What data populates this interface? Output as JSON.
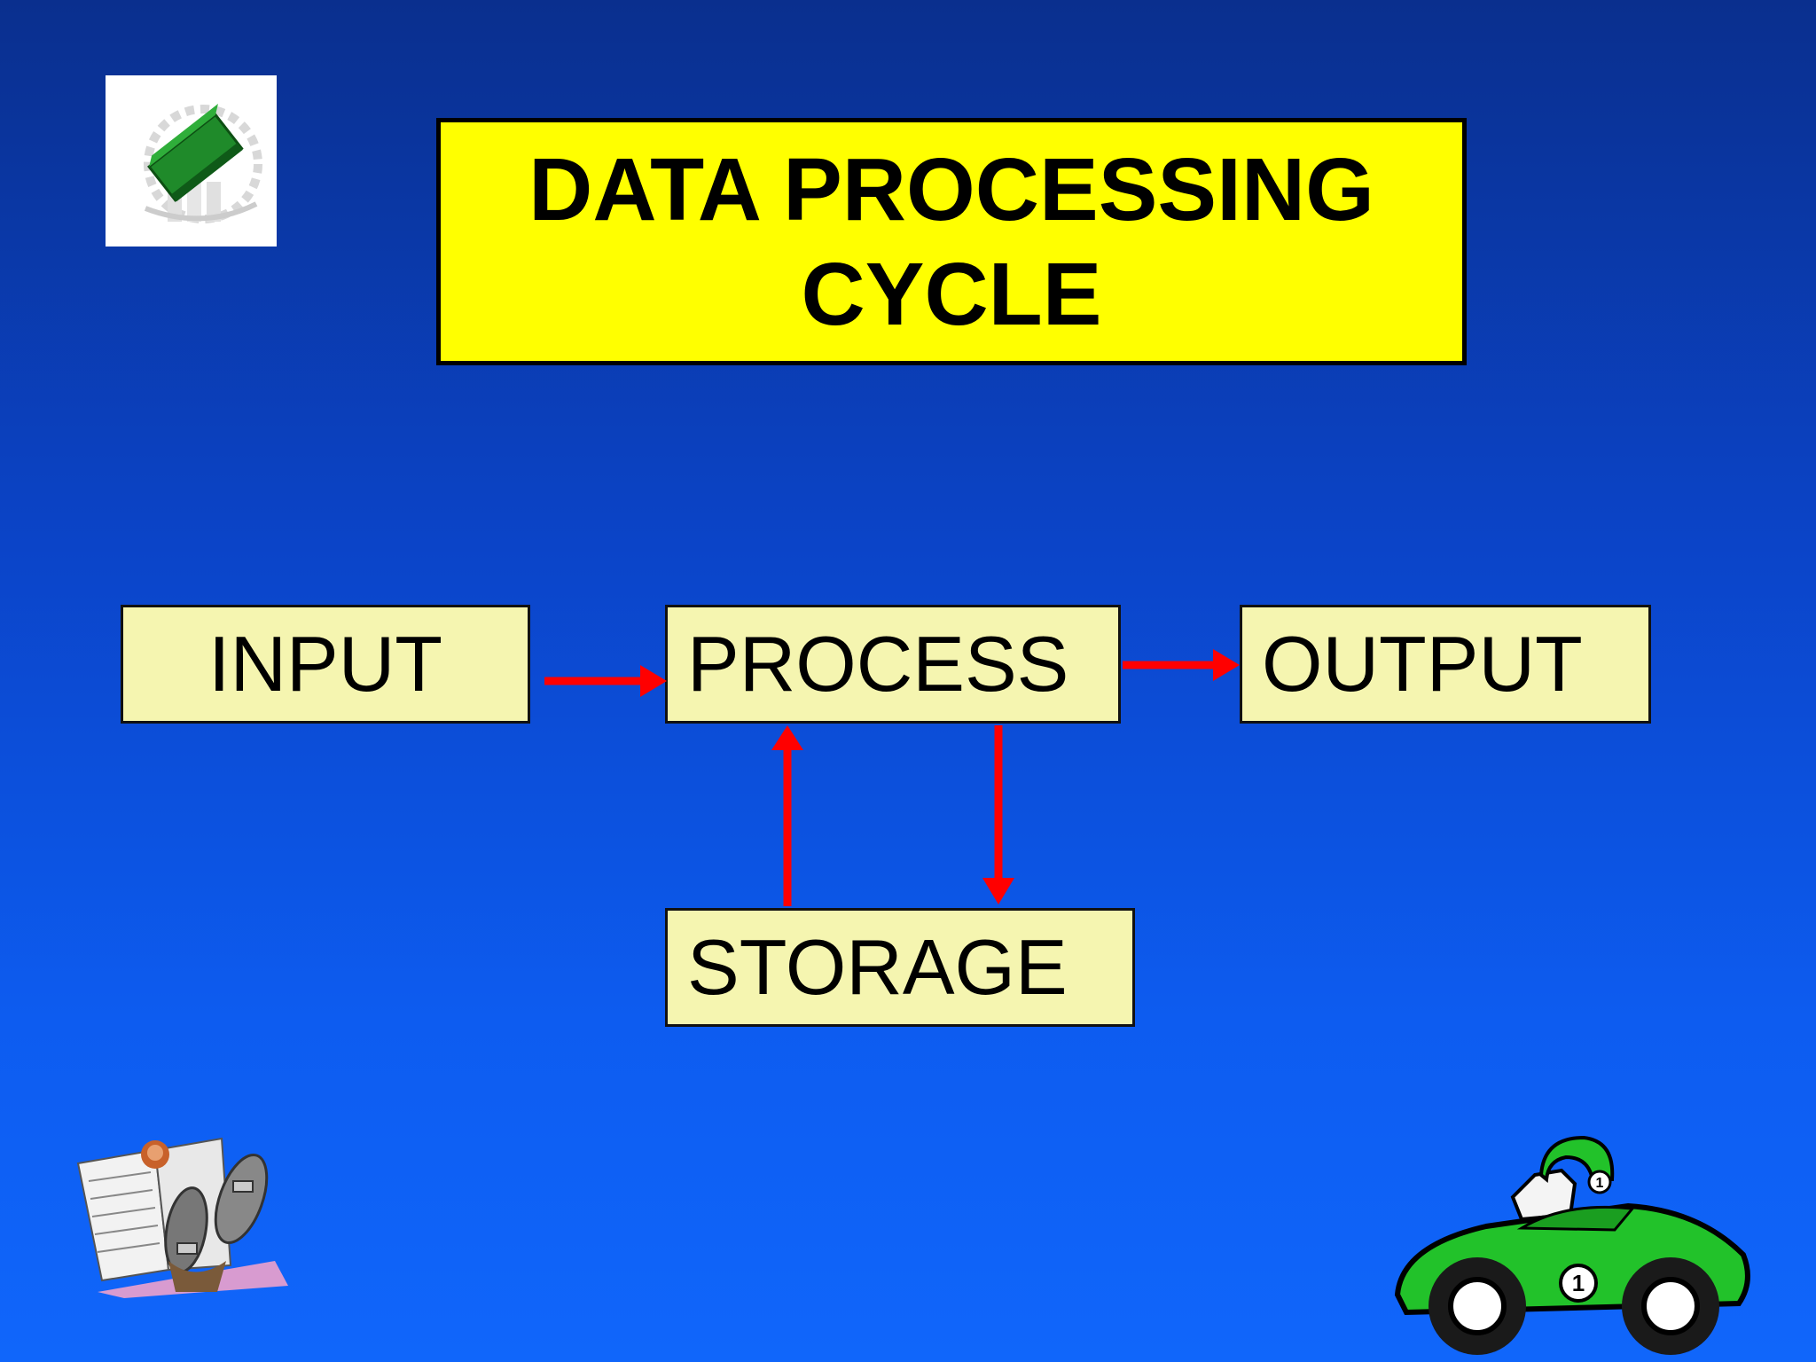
{
  "title": {
    "line1": "DATA PROCESSING",
    "line2": "CYCLE"
  },
  "nodes": {
    "input": "INPUT",
    "process": "PROCESS",
    "output": "OUTPUT",
    "storage": "STORAGE"
  },
  "car": {
    "number": "1",
    "helmet_number": "1"
  },
  "colors": {
    "background": "#0b48d0",
    "title_fill": "#ffff00",
    "node_fill": "#f5f5b0",
    "arrow": "#ff0000",
    "car_body": "#22c22a"
  },
  "icons": [
    "factory-logo-icon",
    "newspaper-reader-clipart-icon",
    "race-car-clipart-icon"
  ]
}
